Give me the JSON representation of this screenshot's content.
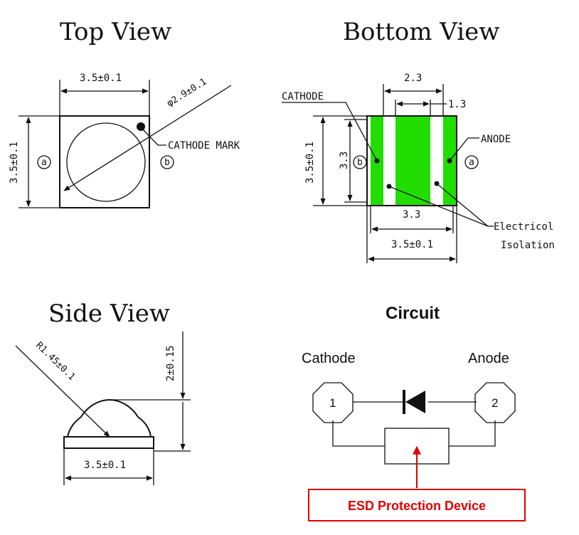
{
  "top_view": {
    "title": "Top View",
    "width_dim": "3.5±0.1",
    "height_dim": "3.5±0.1",
    "diameter_dim": "φ2.9±0.1",
    "pad_a": "a",
    "pad_b": "b",
    "cathode_mark_label": "CATHODE MARK"
  },
  "bottom_view": {
    "title": "Bottom View",
    "dim_2_3": "2.3",
    "dim_1_3": "1.3",
    "cathode_label": "CATHODE",
    "anode_label": "ANODE",
    "height_dim": "3.5±0.1",
    "inner_height_dim": "3.3",
    "inner_width_dim": "3.3",
    "width_dim": "3.5±0.1",
    "pad_b": "b",
    "pad_a": "a",
    "isolation_label_line1": "Electricol",
    "isolation_label_line2": "Isolation",
    "pad_color": "#22dd00"
  },
  "side_view": {
    "title": "Side View",
    "radius_dim": "R1.45±0.1",
    "height_dim": "2±0.15",
    "width_dim": "3.5±0.1"
  },
  "circuit": {
    "title": "Circuit",
    "cathode_label": "Cathode",
    "anode_label": "Anode",
    "pin1": "1",
    "pin2": "2",
    "esd_label": "ESD Protection Device",
    "esd_color": "#e00000"
  }
}
